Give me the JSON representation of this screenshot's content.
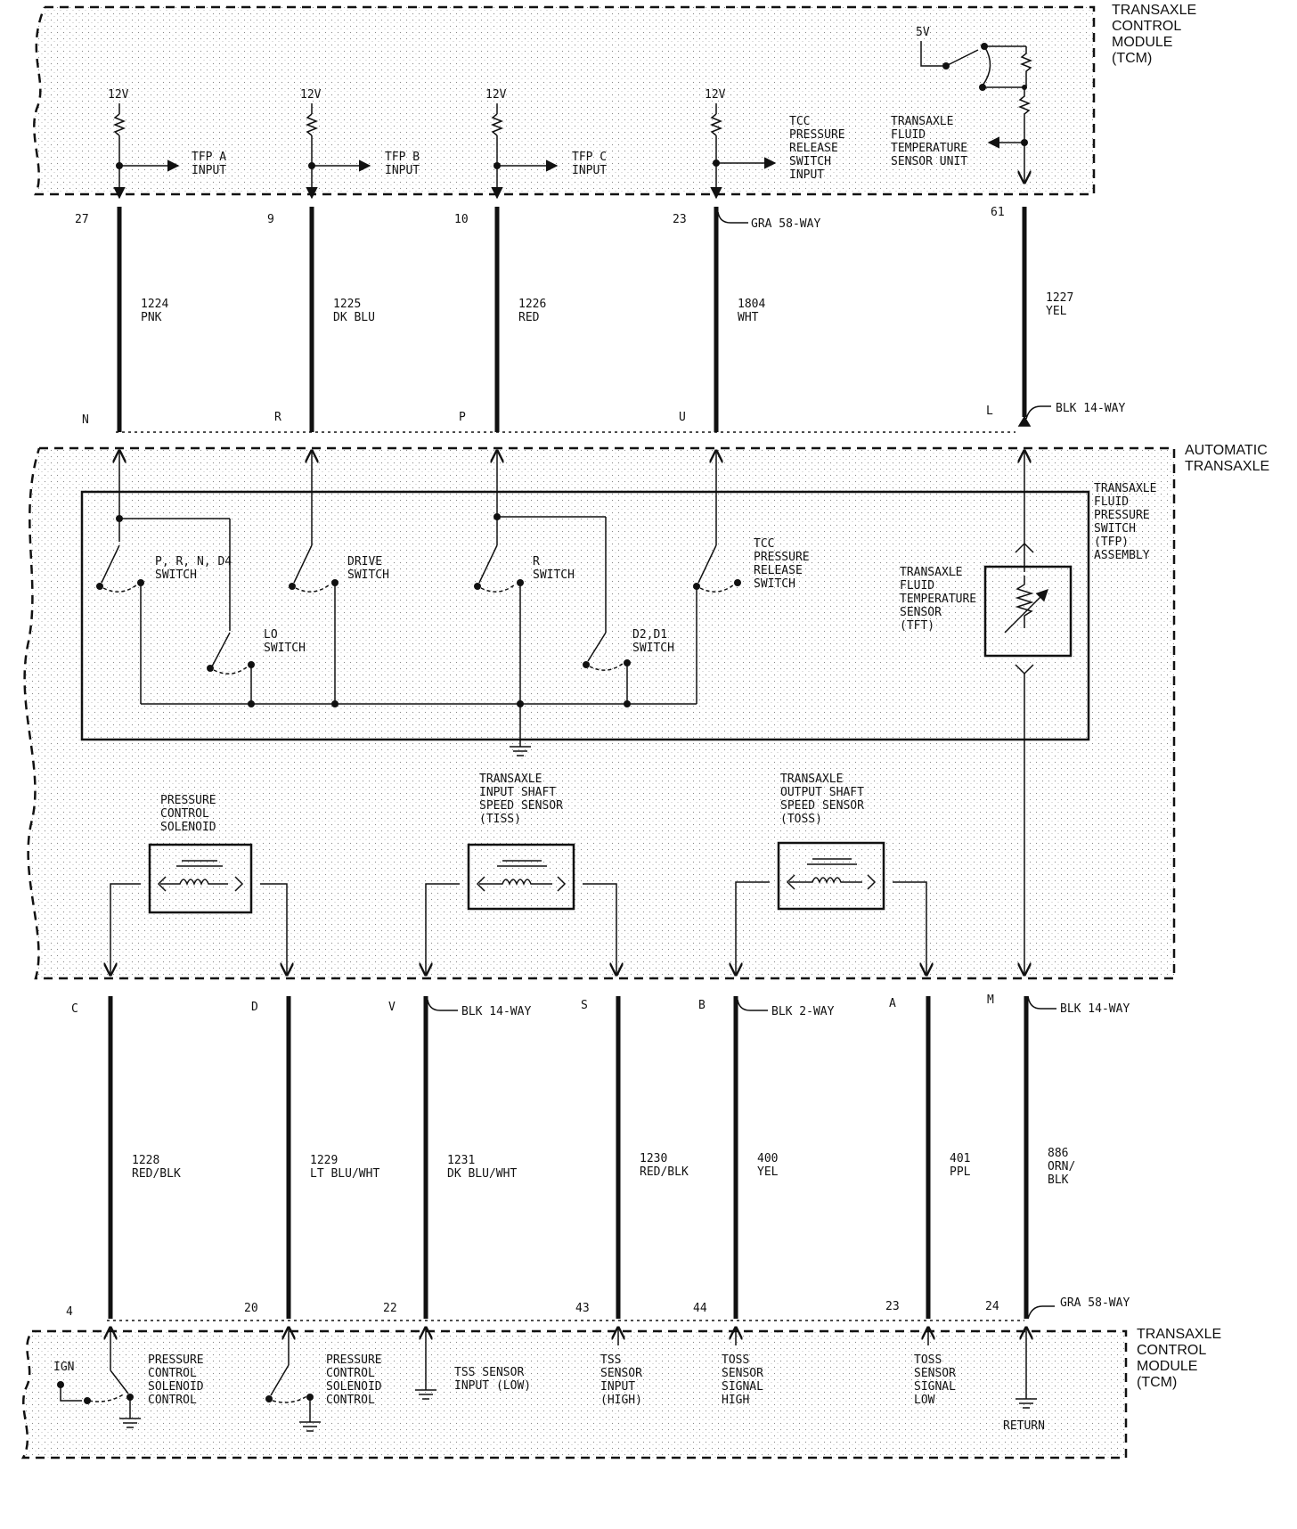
{
  "modules": {
    "tcm_top": "TRANSAXLE\nCONTROL\nMODULE\n(TCM)",
    "transaxle": "AUTOMATIC\nTRANSAXLE",
    "tcm_bottom": "TRANSAXLE\nCONTROL\nMODULE\n(TCM)",
    "tfp_assembly": "TRANSAXLE\nFLUID\nPRESSURE\nSWITCH\n(TFP)\nASSEMBLY"
  },
  "tcm_top": {
    "supply_12v": "12V",
    "supply_5v": "5V",
    "inputs": [
      {
        "label": "TFP A\nINPUT"
      },
      {
        "label": "TFP B\nINPUT"
      },
      {
        "label": "TFP C\nINPUT"
      },
      {
        "label": "TCC\nPRESSURE\nRELEASE\nSWITCH\nINPUT"
      },
      {
        "label": "TRANSAXLE\nFLUID\nTEMPERATURE\nSENSOR UNIT"
      }
    ]
  },
  "connectors": {
    "gra58": "GRA 58-WAY",
    "blk14": "BLK 14-WAY",
    "blk2": "BLK 2-WAY"
  },
  "upper_wires": [
    {
      "tcm_pin": "27",
      "conn_pin": "N",
      "circuit": "1224",
      "color": "PNK"
    },
    {
      "tcm_pin": "9",
      "conn_pin": "R",
      "circuit": "1225",
      "color": "DK BLU"
    },
    {
      "tcm_pin": "10",
      "conn_pin": "P",
      "circuit": "1226",
      "color": "RED"
    },
    {
      "tcm_pin": "23",
      "conn_pin": "U",
      "circuit": "1804",
      "color": "WHT"
    },
    {
      "tcm_pin": "61",
      "conn_pin": "L",
      "circuit": "1227",
      "color": "YEL"
    }
  ],
  "switches": {
    "prnd4": "P, R, N, D4\nSWITCH",
    "drive": "DRIVE\nSWITCH",
    "r": "R\nSWITCH",
    "tcc": "TCC\nPRESSURE\nRELEASE\nSWITCH",
    "lo": "LO\nSWITCH",
    "d2d1": "D2,D1\nSWITCH",
    "tft": "TRANSAXLE\nFLUID\nTEMPERATURE\nSENSOR\n(TFT)"
  },
  "sensors": {
    "pcs": "PRESSURE\nCONTROL\nSOLENOID",
    "tiss": "TRANSAXLE\nINPUT SHAFT\nSPEED SENSOR\n(TISS)",
    "toss": "TRANSAXLE\nOUTPUT SHAFT\nSPEED SENSOR\n(TOSS)"
  },
  "lower_wires": [
    {
      "conn_pin": "C",
      "tcm_pin": "4",
      "circuit": "1228",
      "color": "RED/BLK"
    },
    {
      "conn_pin": "D",
      "tcm_pin": "20",
      "circuit": "1229",
      "color": "LT BLU/WHT"
    },
    {
      "conn_pin": "V",
      "tcm_pin": "22",
      "circuit": "1231",
      "color": "DK BLU/WHT"
    },
    {
      "conn_pin": "S",
      "tcm_pin": "43",
      "circuit": "1230",
      "color": "RED/BLK"
    },
    {
      "conn_pin": "B",
      "tcm_pin": "44",
      "circuit": "400",
      "color": "YEL"
    },
    {
      "conn_pin": "A",
      "tcm_pin": "23",
      "circuit": "401",
      "color": "PPL"
    },
    {
      "conn_pin": "M",
      "tcm_pin": "24",
      "circuit": "886",
      "color": "ORN/\nBLK"
    }
  ],
  "tcm_bottom": {
    "ign": "IGN",
    "pcs_ctrl_1": "PRESSURE\nCONTROL\nSOLENOID\nCONTROL",
    "pcs_ctrl_2": "PRESSURE\nCONTROL\nSOLENOID\nCONTROL",
    "tss_low": "TSS SENSOR\nINPUT (LOW)",
    "tss_high": "TSS\nSENSOR\nINPUT\n(HIGH)",
    "toss_high": "TOSS\nSENSOR\nSIGNAL\nHIGH",
    "toss_low": "TOSS\nSENSOR\nSIGNAL\nLOW",
    "return": "RETURN"
  }
}
